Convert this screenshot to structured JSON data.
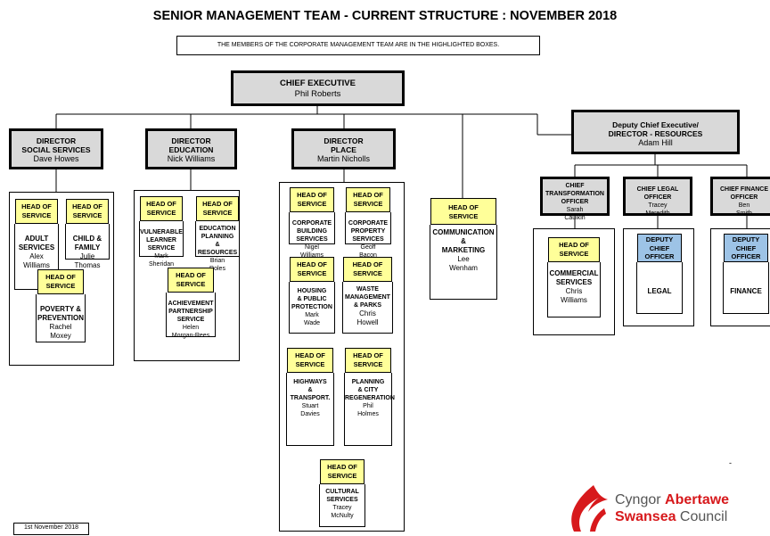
{
  "title": "SENIOR MANAGEMENT TEAM -  CURRENT STRUCTURE : NOVEMBER 2018",
  "note": "THE MEMBERS OF THE CORPORATE MANAGEMENT TEAM ARE IN THE HIGHLIGHTED BOXES.",
  "chief": {
    "role": "CHIEF EXECUTIVE",
    "name": "Phil Roberts"
  },
  "directors": [
    {
      "role": [
        "DIRECTOR",
        "SOCIAL SERVICES"
      ],
      "name": "Dave Howes"
    },
    {
      "role": [
        "DIRECTOR",
        "EDUCATION"
      ],
      "name": "Nick Williams"
    },
    {
      "role": [
        "DIRECTOR",
        "PLACE"
      ],
      "name": "Martin Nicholls"
    }
  ],
  "deputy": {
    "role": [
      "Deputy Chief Executive/",
      "DIRECTOR - RESOURCES"
    ],
    "name": "Adam Hill"
  },
  "chief_officers": [
    {
      "role": [
        "CHIEF",
        "TRANSFORMATION",
        "OFFICER"
      ],
      "name": [
        "Sarah",
        "Caulkin"
      ]
    },
    {
      "role": [
        "CHIEF LEGAL",
        "OFFICER"
      ],
      "name": [
        "Tracey",
        "Meredith"
      ]
    },
    {
      "role": [
        "CHIEF FINANCE",
        "OFFICER"
      ],
      "name": [
        "Ben",
        "Smith"
      ]
    }
  ],
  "hos_label": [
    "HEAD OF",
    "SERVICE"
  ],
  "dco_label": [
    "DEPUTY",
    "CHIEF",
    "OFFICER"
  ],
  "social": [
    {
      "service": [
        "ADULT",
        "SERVICES"
      ],
      "person": [
        "Alex",
        "Williams"
      ]
    },
    {
      "service": [
        "CHILD &",
        "FAMILY"
      ],
      "person": [
        "Julie",
        "Thomas"
      ]
    },
    {
      "service": [
        "POVERTY &",
        "PREVENTION"
      ],
      "person": [
        "Rachel",
        "Moxey"
      ]
    }
  ],
  "education": [
    {
      "service": [
        "VULNERABLE",
        "LEARNER",
        "SERVICE"
      ],
      "person": [
        "Mark",
        "Sheridan"
      ]
    },
    {
      "service": [
        "EDUCATION",
        "PLANNING",
        "&",
        "RESOURCES"
      ],
      "person": [
        "Brian",
        "Roles"
      ]
    },
    {
      "service": [
        "ACHIEVEMENT",
        "PARTNERSHIP",
        "SERVICE"
      ],
      "person": [
        "Helen",
        "Morgan-Rees"
      ]
    }
  ],
  "place": [
    {
      "service": [
        "CORPORATE",
        "BUILDING",
        "SERVICES"
      ],
      "person": [
        "Nigel",
        "Williams"
      ]
    },
    {
      "service": [
        "CORPORATE",
        "PROPERTY",
        "SERVICES"
      ],
      "person": [
        "Geoff",
        "Bacon"
      ]
    },
    {
      "service": [
        "HOUSING",
        "& PUBLIC",
        "PROTECTION"
      ],
      "person": [
        "Mark",
        "Wade"
      ]
    },
    {
      "service": [
        "WASTE",
        "MANAGEMENT",
        "& PARKS"
      ],
      "person": [
        "Chris",
        "Howell"
      ]
    },
    {
      "service": [
        "HIGHWAYS",
        "&",
        "TRANSPORT."
      ],
      "person": [
        "Stuart",
        "Davies"
      ]
    },
    {
      "service": [
        "PLANNING",
        "& CITY",
        "REGENERATION"
      ],
      "person": [
        "Phil",
        "Holmes"
      ]
    },
    {
      "service": [
        "CULTURAL",
        "SERVICES"
      ],
      "person": [
        "Tracey",
        "McNulty"
      ]
    }
  ],
  "communication": {
    "service": [
      "COMMUNICATION",
      "&",
      "MARKETING"
    ],
    "person": [
      "Lee",
      "Wenham"
    ]
  },
  "commercial": {
    "service": [
      "COMMERCIAL",
      "SERVICES"
    ],
    "person": [
      "Chris",
      "Williams"
    ]
  },
  "legal": "LEGAL",
  "finance": "FINANCE",
  "date_label": "1st November 2018",
  "dash": "-",
  "logo": {
    "line1a": "Cyngor ",
    "line1b": "Abertawe",
    "line2a": "Swansea",
    "line2b": " Council",
    "red": "#d7191c",
    "gray": "#555555"
  },
  "colors": {
    "hos_fill": "#ffff99",
    "director_fill": "#d9d9d9",
    "deputy_officer_fill": "#9dc3e6"
  }
}
